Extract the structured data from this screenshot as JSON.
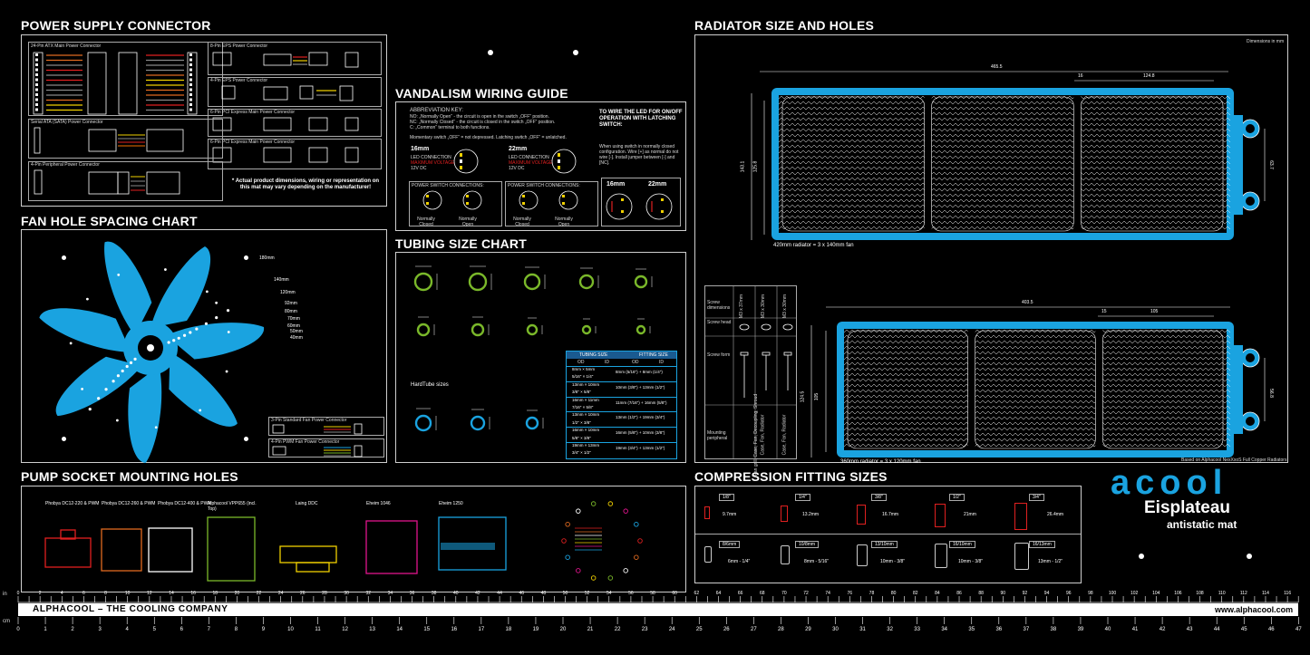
{
  "sections": {
    "power": "POWER SUPPLY CONNECTOR",
    "vandalism": "VANDALISM WIRING GUIDE",
    "fan": "FAN HOLE SPACING CHART",
    "tubing": "TUBING SIZE CHART",
    "pump": "PUMP SOCKET MOUNTING HOLES",
    "radiator": "RADIATOR SIZE AND HOLES",
    "compression": "COMPRESSION FITTING SIZES"
  },
  "power": {
    "atx": "24-Pin ATX Main Power Connector",
    "eps": "8-Pin EPS Power Connector",
    "eps4": "4-Pin EPS Power Connector",
    "pcie8": "6-Pin PCI Express Main Power Connector",
    "pcie6": "6-Pin PCI Express Main Power Connector",
    "sata": "Serial ATA (SATA) Power Connector",
    "periph": "4-Pin Peripheral Power Connector",
    "note": "* Actual product dimensions, wiring or representation on this mat may vary depending on the manufacturer!"
  },
  "vandal": {
    "key_title": "ABBREVIATION KEY:",
    "no": "NO: „Normally Open“ - the circuit is open in the switch „OFF“ position.",
    "nc": "NC: „Normally Closed“ - the circuit is closed in the switch „OFF“ position.",
    "c": "C: „Common“ terminal to both functions.",
    "momentary": "Momentary switch „OFF“ = not depressed. Latching switch „OFF“ = unlatched.",
    "s16": "16mm",
    "s22": "22mm",
    "led": "LED CONNECTION",
    "volt": "MAXIMUM VOLTAGE",
    "v12": "12V DC",
    "psc": "POWER SWITCH CONNECTIONS:",
    "nclosed": "Normally Closed",
    "nopen": "Normally Open",
    "wire_title": "TO WIRE THE LED FOR ON/OFF OPERATION WITH LATCHING SWITCH:",
    "wire_text": "When using switch in normally closed configuration. Wire [+] as normal do not wire [-]. Install jumper between [-] and [NC]."
  },
  "fan": {
    "labels": [
      "180mm",
      "140mm",
      "120mm",
      "92mm",
      "80mm",
      "70mm",
      "60mm",
      "50mm",
      "40mm"
    ],
    "c3": "3-Pin Standard Fan Power Connector",
    "c4": "4-Pin PWM Fan Power Connector"
  },
  "tubing": {
    "hardtube": "HardTube sizes",
    "table_head": [
      "TUBING SIZE",
      "FITTING SIZE"
    ],
    "table_sub": [
      "OD",
      "ID",
      "OD",
      "ID"
    ],
    "rows": [
      [
        "8mm × 5mm",
        "",
        "8mm (5/16\") + 8mm (1/4\")"
      ],
      [
        "5/16\" × 1/4\"",
        "",
        ""
      ],
      [
        "13mm × 10mm",
        "",
        "10mm (3/8\") + 13mm (1/2\")"
      ],
      [
        "3/8\" × 5/8\"",
        "",
        ""
      ],
      [
        "16mm × 11mm",
        "",
        "11mm (7/16\") + 16mm (5/8\")"
      ],
      [
        "7/16\" × 5/8\"",
        "",
        ""
      ],
      [
        "13mm × 10mm",
        "",
        "13mm (1/2\") + 19mm (3/4\")"
      ],
      [
        "1/2\" × 3/8\"",
        "",
        ""
      ],
      [
        "16mm × 10mm",
        "",
        "16mm (5/8\") + 10mm (3/8\")"
      ],
      [
        "5/8\" × 3/8\"",
        "",
        ""
      ],
      [
        "19mm × 13mm",
        "",
        "19mm (3/4\") + 13mm (1/2\")"
      ],
      [
        "3/4\" × 1/2\"",
        "",
        ""
      ]
    ]
  },
  "pump": {
    "items": [
      "Phobya DC12-220 & PWM",
      "Phobya DC12-260 & PWM",
      "Phobya DC12-400 & PWM",
      "Alphacool VPP655 (incl. Top)",
      "Laing DDC",
      "Eheim 1046",
      "Eheim 1250"
    ]
  },
  "radiator": {
    "dims_note": "Dimensions in mm",
    "r1_len": "465.5",
    "r1_gap": "16",
    "r1_port": "124.8",
    "r1_h1": "143.1",
    "r1_h2": "125.8",
    "r1_side": "63.7",
    "r1_caption": "420mm radiator = 3 x 140mm fan",
    "r2_len": "403.5",
    "r2_gap": "15",
    "r2_port": "105",
    "r2_h1": "124.5",
    "r2_h2": "105",
    "r2_side": "56.8",
    "r2_caption": "360mm radiator = 3 x 120mm fan",
    "screw_rows": [
      "Screw dimensions",
      "Screw head",
      "Screw form",
      "Mounting peripheral"
    ],
    "screw_cols": [
      "M3 x 37mm",
      "M3 x 30mm",
      "M3 x 30mm"
    ],
    "mount": [
      "Fan grill, Case, Fan, Decoupling, Shroud",
      "Case, Fan, Radiator",
      "Case, Fan, Radiator"
    ],
    "based": "Based on Alphacool NexXxoS Full Copper Radiators"
  },
  "compression": {
    "top": [
      {
        "thread": "1/8\"",
        "dim": "9.7mm"
      },
      {
        "thread": "1/4\"",
        "dim": "13.2mm"
      },
      {
        "thread": "3/8\"",
        "dim": "16.7mm"
      },
      {
        "thread": "1/2\"",
        "dim": "21mm"
      },
      {
        "thread": "3/4\"",
        "dim": "26.4mm"
      }
    ],
    "bottom": [
      {
        "size": "8/6mm",
        "dim": "6mm - 1/4\""
      },
      {
        "size": "10/8mm",
        "dim": "8mm - 5/16\""
      },
      {
        "size": "13/10mm",
        "dim": "10mm - 3/8\""
      },
      {
        "size": "16/10mm",
        "dim": "10mm - 3/8\""
      },
      {
        "size": "16/13mm",
        "dim": "13mm - 1/2\""
      }
    ]
  },
  "brand": {
    "logo": "acool",
    "product": "Eisplateau",
    "sub": "antistatic mat"
  },
  "footer": {
    "company": "ALPHACOOL – THE COOLING COMPANY",
    "url": "www.alphacool.com",
    "unit_top": "in",
    "unit_bottom": "cm"
  },
  "colors": {
    "blue": "#1aa3e0",
    "yellow": "#f0d000",
    "red": "#e02020",
    "magenta": "#e0148c",
    "green": "#7ab82a",
    "orange": "#e06a20"
  }
}
